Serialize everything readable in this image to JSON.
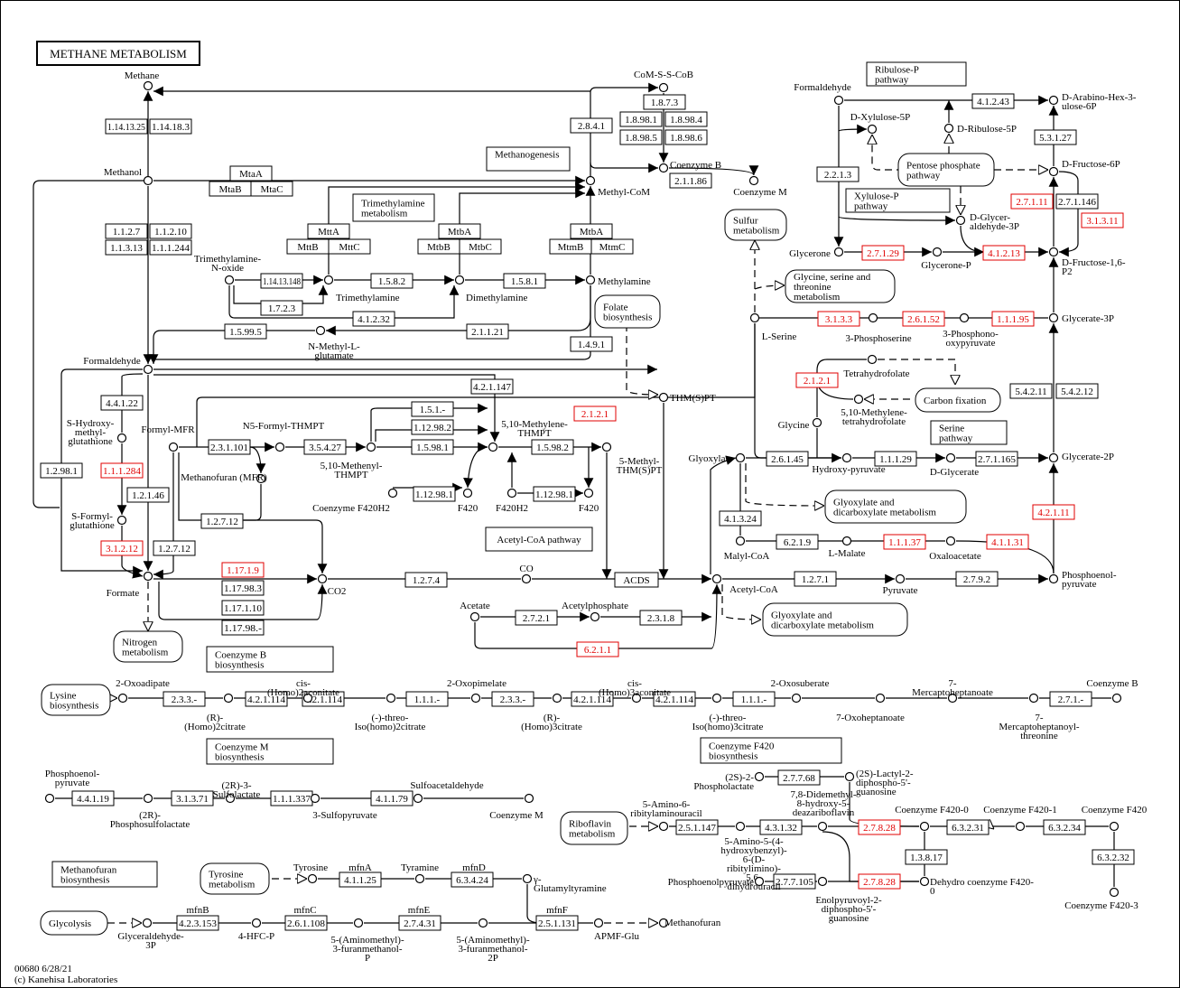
{
  "title": "METHANE METABOLISM",
  "footer": {
    "line1": "00680 6/28/21",
    "line2": "(c) Kanehisa Laboratories"
  },
  "colors": {
    "highlight": "#e00000",
    "line": "#000000"
  },
  "section_boxes": [
    {
      "id": "methanogenesis",
      "label": "Methanogenesis"
    },
    {
      "id": "trimethylamine-metabolism",
      "label": "Trimethylamine metabolism"
    },
    {
      "id": "ribulose-p-pathway",
      "label": "Ribulose-P pathway"
    },
    {
      "id": "xylulose-p-pathway",
      "label": "Xylulose-P pathway"
    },
    {
      "id": "serine-pathway",
      "label": "Serine pathway"
    },
    {
      "id": "acetyl-coa-pathway",
      "label": "Acetyl-CoA pathway"
    },
    {
      "id": "coenzyme-b-biosynthesis",
      "label": "Coenzyme B biosynthesis"
    },
    {
      "id": "coenzyme-m-biosynthesis",
      "label": "Coenzyme M biosynthesis"
    },
    {
      "id": "coenzyme-f420-biosynthesis",
      "label": "Coenzyme F420 biosynthesis"
    },
    {
      "id": "methanofuran-biosynthesis",
      "label": "Methanofuran biosynthesis"
    }
  ],
  "map_links": [
    {
      "id": "pentose-phosphate",
      "label": "Pentose phosphate pathway"
    },
    {
      "id": "sulfur",
      "label": "Sulfur metabolism"
    },
    {
      "id": "gly-ser-thr",
      "label": "Glycine, serine and threonine metabolism"
    },
    {
      "id": "folate",
      "label": "Folate biosynthesis"
    },
    {
      "id": "carbon-fixation",
      "label": "Carbon fixation"
    },
    {
      "id": "glyoxylate-1",
      "label": "Glyoxylate and dicarboxylate metabolism"
    },
    {
      "id": "glyoxylate-2",
      "label": "Glyoxylate and dicarboxylate metabolism"
    },
    {
      "id": "nitrogen",
      "label": "Nitrogen metabolism"
    },
    {
      "id": "lysine",
      "label": "Lysine biosynthesis"
    },
    {
      "id": "riboflavin",
      "label": "Riboflavin metabolism"
    },
    {
      "id": "tyrosine",
      "label": "Tyrosine metabolism"
    },
    {
      "id": "glycolysis",
      "label": "Glycolysis"
    }
  ],
  "enzymes": [
    {
      "id": "e1",
      "label": "1.14.13.25",
      "highlighted": false
    },
    {
      "id": "e2",
      "label": "1.14.18.3",
      "highlighted": false
    },
    {
      "id": "e3",
      "label": "1.1.2.7",
      "highlighted": false
    },
    {
      "id": "e4",
      "label": "1.1.2.10",
      "highlighted": false
    },
    {
      "id": "e5",
      "label": "1.1.3.13",
      "highlighted": false
    },
    {
      "id": "e6",
      "label": "1.1.1.244",
      "highlighted": false
    },
    {
      "id": "e7",
      "label": "MtaA",
      "highlighted": false
    },
    {
      "id": "e8",
      "label": "MtaB",
      "highlighted": false
    },
    {
      "id": "e9",
      "label": "MtaC",
      "highlighted": false
    },
    {
      "id": "e10",
      "label": "MttA",
      "highlighted": false
    },
    {
      "id": "e11",
      "label": "MttB",
      "highlighted": false
    },
    {
      "id": "e12",
      "label": "MttC",
      "highlighted": false
    },
    {
      "id": "e13",
      "label": "MtbA",
      "highlighted": false
    },
    {
      "id": "e14",
      "label": "MtbB",
      "highlighted": false
    },
    {
      "id": "e15",
      "label": "MtbC",
      "highlighted": false
    },
    {
      "id": "e16",
      "label": "MtbA",
      "highlighted": false
    },
    {
      "id": "e17",
      "label": "MtmB",
      "highlighted": false
    },
    {
      "id": "e18",
      "label": "MtmC",
      "highlighted": false
    },
    {
      "id": "e19",
      "label": "1.14.13.148",
      "highlighted": false
    },
    {
      "id": "e20",
      "label": "1.5.8.2",
      "highlighted": false
    },
    {
      "id": "e21",
      "label": "1.5.8.1",
      "highlighted": false
    },
    {
      "id": "e22",
      "label": "1.7.2.3",
      "highlighted": false
    },
    {
      "id": "e23",
      "label": "4.1.2.32",
      "highlighted": false
    },
    {
      "id": "e24",
      "label": "1.5.99.5",
      "highlighted": false
    },
    {
      "id": "e25",
      "label": "2.1.1.21",
      "highlighted": false
    },
    {
      "id": "e26",
      "label": "1.4.9.1",
      "highlighted": false
    },
    {
      "id": "e27",
      "label": "2.8.4.1",
      "highlighted": false
    },
    {
      "id": "e28",
      "label": "1.8.7.3",
      "highlighted": false
    },
    {
      "id": "e29",
      "label": "1.8.98.1",
      "highlighted": false
    },
    {
      "id": "e30",
      "label": "1.8.98.4",
      "highlighted": false
    },
    {
      "id": "e31",
      "label": "1.8.98.5",
      "highlighted": false
    },
    {
      "id": "e32",
      "label": "1.8.98.6",
      "highlighted": false
    },
    {
      "id": "e33",
      "label": "2.1.1.86",
      "highlighted": false
    },
    {
      "id": "e34",
      "label": "4.4.1.22",
      "highlighted": false
    },
    {
      "id": "e35",
      "label": "1.1.1.284",
      "highlighted": true
    },
    {
      "id": "e36",
      "label": "3.1.2.12",
      "highlighted": true
    },
    {
      "id": "e37",
      "label": "1.2.98.1",
      "highlighted": false
    },
    {
      "id": "e38",
      "label": "1.2.1.46",
      "highlighted": false
    },
    {
      "id": "e39",
      "label": "1.2.7.12",
      "highlighted": false
    },
    {
      "id": "e40",
      "label": "1.2.7.12",
      "highlighted": false
    },
    {
      "id": "e41",
      "label": "2.3.1.101",
      "highlighted": false
    },
    {
      "id": "e42",
      "label": "3.5.4.27",
      "highlighted": false
    },
    {
      "id": "e43",
      "label": "1.5.1.-",
      "highlighted": false
    },
    {
      "id": "e44",
      "label": "1.12.98.2",
      "highlighted": false
    },
    {
      "id": "e45",
      "label": "1.5.98.1",
      "highlighted": false
    },
    {
      "id": "e46",
      "label": "1.12.98.1",
      "highlighted": false
    },
    {
      "id": "e47",
      "label": "4.2.1.147",
      "highlighted": false
    },
    {
      "id": "e48",
      "label": "2.1.2.1",
      "highlighted": true
    },
    {
      "id": "e49",
      "label": "1.5.98.2",
      "highlighted": false
    },
    {
      "id": "e50",
      "label": "1.12.98.1",
      "highlighted": false
    },
    {
      "id": "e51",
      "label": "1.17.1.9",
      "highlighted": true
    },
    {
      "id": "e52",
      "label": "1.17.98.3",
      "highlighted": false
    },
    {
      "id": "e53",
      "label": "1.17.1.10",
      "highlighted": false
    },
    {
      "id": "e54",
      "label": "1.17.98.-",
      "highlighted": false
    },
    {
      "id": "e55",
      "label": "1.2.7.4",
      "highlighted": false
    },
    {
      "id": "e56",
      "label": "ACDS",
      "highlighted": false
    },
    {
      "id": "e57",
      "label": "2.7.2.1",
      "highlighted": false
    },
    {
      "id": "e58",
      "label": "2.3.1.8",
      "highlighted": false
    },
    {
      "id": "e59",
      "label": "6.2.1.1",
      "highlighted": true
    },
    {
      "id": "e60",
      "label": "4.1.2.43",
      "highlighted": false
    },
    {
      "id": "e61",
      "label": "5.3.1.27",
      "highlighted": false
    },
    {
      "id": "e62",
      "label": "2.2.1.3",
      "highlighted": false
    },
    {
      "id": "e63",
      "label": "2.7.1.11",
      "highlighted": true
    },
    {
      "id": "e64",
      "label": "2.7.1.146",
      "highlighted": false
    },
    {
      "id": "e65",
      "label": "3.1.3.11",
      "highlighted": true
    },
    {
      "id": "e66",
      "label": "2.7.1.29",
      "highlighted": true
    },
    {
      "id": "e67",
      "label": "4.1.2.13",
      "highlighted": true
    },
    {
      "id": "e68",
      "label": "3.1.3.3",
      "highlighted": true
    },
    {
      "id": "e69",
      "label": "2.6.1.52",
      "highlighted": true
    },
    {
      "id": "e70",
      "label": "1.1.1.95",
      "highlighted": true
    },
    {
      "id": "e71",
      "label": "2.1.2.1",
      "highlighted": true
    },
    {
      "id": "e72",
      "label": "5.4.2.11",
      "highlighted": false
    },
    {
      "id": "e73",
      "label": "5.4.2.12",
      "highlighted": false
    },
    {
      "id": "e74",
      "label": "2.6.1.45",
      "highlighted": false
    },
    {
      "id": "e75",
      "label": "1.1.1.29",
      "highlighted": false
    },
    {
      "id": "e76",
      "label": "2.7.1.165",
      "highlighted": false
    },
    {
      "id": "e77",
      "label": "4.1.3.24",
      "highlighted": false
    },
    {
      "id": "e78",
      "label": "6.2.1.9",
      "highlighted": false
    },
    {
      "id": "e79",
      "label": "1.1.1.37",
      "highlighted": true
    },
    {
      "id": "e80",
      "label": "4.1.1.31",
      "highlighted": true
    },
    {
      "id": "e81",
      "label": "4.2.1.11",
      "highlighted": true
    },
    {
      "id": "e82",
      "label": "1.2.7.1",
      "highlighted": false
    },
    {
      "id": "e83",
      "label": "2.7.9.2",
      "highlighted": false
    },
    {
      "id": "e84",
      "label": "2.3.3.-",
      "highlighted": false
    },
    {
      "id": "e85",
      "label": "4.2.1.114",
      "highlighted": false
    },
    {
      "id": "e86",
      "label": "4.2.1.114",
      "highlighted": false
    },
    {
      "id": "e87",
      "label": "1.1.1.-",
      "highlighted": false
    },
    {
      "id": "e88",
      "label": "2.3.3.-",
      "highlighted": false
    },
    {
      "id": "e89",
      "label": "4.2.1.114",
      "highlighted": false
    },
    {
      "id": "e90",
      "label": "4.2.1.114",
      "highlighted": false
    },
    {
      "id": "e91",
      "label": "1.1.1.-",
      "highlighted": false
    },
    {
      "id": "e92",
      "label": "2.7.1.-",
      "highlighted": false
    },
    {
      "id": "e93",
      "label": "4.4.1.19",
      "highlighted": false
    },
    {
      "id": "e94",
      "label": "3.1.3.71",
      "highlighted": false
    },
    {
      "id": "e95",
      "label": "1.1.1.337",
      "highlighted": false
    },
    {
      "id": "e96",
      "label": "4.1.1.79",
      "highlighted": false
    },
    {
      "id": "e97",
      "label": "2.7.7.68",
      "highlighted": false
    },
    {
      "id": "e98",
      "label": "2.5.1.147",
      "highlighted": false
    },
    {
      "id": "e99",
      "label": "4.3.1.32",
      "highlighted": false
    },
    {
      "id": "e100",
      "label": "2.7.8.28",
      "highlighted": true
    },
    {
      "id": "e101",
      "label": "6.3.2.31",
      "highlighted": false
    },
    {
      "id": "e102",
      "label": "6.3.2.34",
      "highlighted": false
    },
    {
      "id": "e103",
      "label": "1.3.8.17",
      "highlighted": false
    },
    {
      "id": "e104",
      "label": "6.3.2.32",
      "highlighted": false
    },
    {
      "id": "e105",
      "label": "2.7.7.105",
      "highlighted": false
    },
    {
      "id": "e106",
      "label": "2.7.8.28",
      "highlighted": true
    },
    {
      "id": "e107",
      "label": "4.1.1.25",
      "highlighted": false
    },
    {
      "id": "e108",
      "label": "6.3.4.24",
      "highlighted": false
    },
    {
      "id": "e109",
      "label": "4.2.3.153",
      "highlighted": false
    },
    {
      "id": "e110",
      "label": "2.6.1.108",
      "highlighted": false
    },
    {
      "id": "e111",
      "label": "2.7.4.31",
      "highlighted": false
    },
    {
      "id": "e112",
      "label": "2.5.1.131",
      "highlighted": false
    }
  ],
  "gene_labels": [
    {
      "id": "g1",
      "label": "mfnA"
    },
    {
      "id": "g2",
      "label": "mfnD"
    },
    {
      "id": "g3",
      "label": "mfnB"
    },
    {
      "id": "g4",
      "label": "mfnC"
    },
    {
      "id": "g5",
      "label": "mfnE"
    },
    {
      "id": "g6",
      "label": "mfnF"
    }
  ],
  "compounds": [
    {
      "id": "c1",
      "label": "Methane"
    },
    {
      "id": "c2",
      "label": "Methanol"
    },
    {
      "id": "c3",
      "label": "CoM-S-S-CoB"
    },
    {
      "id": "c4",
      "label": "Coenzyme B"
    },
    {
      "id": "c5",
      "label": "Coenzyme M"
    },
    {
      "id": "c6",
      "label": "Methyl-CoM"
    },
    {
      "id": "c7",
      "label": "Trimethylamine-N-oxide"
    },
    {
      "id": "c8",
      "label": "Trimethylamine"
    },
    {
      "id": "c9",
      "label": "Dimethylamine"
    },
    {
      "id": "c10",
      "label": "Methylamine"
    },
    {
      "id": "c11",
      "label": "N-Methyl-L-glutamate"
    },
    {
      "id": "c12",
      "label": "Formaldehyde"
    },
    {
      "id": "c13",
      "label": "S-Hydroxy-methyl-glutathione"
    },
    {
      "id": "c14",
      "label": "S-Formyl-glutathione"
    },
    {
      "id": "c15",
      "label": "Formate"
    },
    {
      "id": "c16",
      "label": "Formyl-MFR"
    },
    {
      "id": "c17",
      "label": "Methanofuran (MFR)"
    },
    {
      "id": "c18",
      "label": "N5-Formyl-THMPT"
    },
    {
      "id": "c19",
      "label": "5,10-Methenyl-THMPT"
    },
    {
      "id": "c20",
      "label": "Coenzyme F420H2"
    },
    {
      "id": "c21",
      "label": "F420"
    },
    {
      "id": "c22",
      "label": "5,10-Methylene-THMPT"
    },
    {
      "id": "c23",
      "label": "F420H2"
    },
    {
      "id": "c24",
      "label": "F420"
    },
    {
      "id": "c25",
      "label": "5-Methyl-THM(S)PT"
    },
    {
      "id": "c26",
      "label": "THM(S)PT"
    },
    {
      "id": "c27",
      "label": "CO2"
    },
    {
      "id": "c28",
      "label": "CO"
    },
    {
      "id": "c29",
      "label": "Acetate"
    },
    {
      "id": "c30",
      "label": "Acetylphosphate"
    },
    {
      "id": "c31",
      "label": "Acetyl-CoA"
    },
    {
      "id": "c32",
      "label": "Formaldehyde"
    },
    {
      "id": "c33",
      "label": "D-Xylulose-5P"
    },
    {
      "id": "c34",
      "label": "D-Ribulose-5P"
    },
    {
      "id": "c35",
      "label": "D-Arabino-Hex-3-ulose-6P"
    },
    {
      "id": "c36",
      "label": "D-Fructose-6P"
    },
    {
      "id": "c37",
      "label": "D-Glycer-aldehyde-3P"
    },
    {
      "id": "c38",
      "label": "Glycerone"
    },
    {
      "id": "c39",
      "label": "Glycerone-P"
    },
    {
      "id": "c40",
      "label": "D-Fructose-1,6-P2"
    },
    {
      "id": "c41",
      "label": "L-Serine"
    },
    {
      "id": "c42",
      "label": "3-Phosphoserine"
    },
    {
      "id": "c43",
      "label": "3-Phosphono-oxypyruvate"
    },
    {
      "id": "c44",
      "label": "Glycerate-3P"
    },
    {
      "id": "c45",
      "label": "Tetrahydrofolate"
    },
    {
      "id": "c46",
      "label": "5,10-Methylene-tetrahydrofolate"
    },
    {
      "id": "c47",
      "label": "Glycine"
    },
    {
      "id": "c48",
      "label": "Glyoxylate"
    },
    {
      "id": "c49",
      "label": "Hydroxy-pyruvate"
    },
    {
      "id": "c50",
      "label": "D-Glycerate"
    },
    {
      "id": "c51",
      "label": "Glycerate-2P"
    },
    {
      "id": "c52",
      "label": "Malyl-CoA"
    },
    {
      "id": "c53",
      "label": "L-Malate"
    },
    {
      "id": "c54",
      "label": "Oxaloacetate"
    },
    {
      "id": "c55",
      "label": "Phosphoenol-pyruvate"
    },
    {
      "id": "c56",
      "label": "Pyruvate"
    },
    {
      "id": "c57",
      "label": "2-Oxoadipate"
    },
    {
      "id": "c58",
      "label": "(R)-(Homo)2citrate"
    },
    {
      "id": "c59",
      "label": "cis-(Homo)2aconitate"
    },
    {
      "id": "c60",
      "label": "(-)-threo-Iso(homo)2citrate"
    },
    {
      "id": "c61",
      "label": "2-Oxopimelate"
    },
    {
      "id": "c62",
      "label": "(R)-(Homo)3citrate"
    },
    {
      "id": "c63",
      "label": "cis-(Homo)3aconitate"
    },
    {
      "id": "c64",
      "label": "(-)-threo-Iso(homo)3citrate"
    },
    {
      "id": "c65",
      "label": "2-Oxosuberate"
    },
    {
      "id": "c66",
      "label": "7-Oxoheptanoate"
    },
    {
      "id": "c67",
      "label": "7-Mercaptoheptanoate"
    },
    {
      "id": "c68",
      "label": "7-Mercaptoheptanoyl-threonine"
    },
    {
      "id": "c69",
      "label": "Coenzyme B"
    },
    {
      "id": "c70",
      "label": "Phosphoenol-pyruvate"
    },
    {
      "id": "c71",
      "label": "(2R)-Phosphosulfolactate"
    },
    {
      "id": "c72",
      "label": "(2R)-3-Sulfolactate"
    },
    {
      "id": "c73",
      "label": "3-Sulfopyruvate"
    },
    {
      "id": "c74",
      "label": "Sulfoacetaldehyde"
    },
    {
      "id": "c75",
      "label": "Coenzyme M"
    },
    {
      "id": "c76",
      "label": "(2S)-2-Phospholactate"
    },
    {
      "id": "c77",
      "label": "(2S)-Lactyl-2-diphospho-5'-guanosine"
    },
    {
      "id": "c78",
      "label": "5-Amino-6-ribitylaminouracil"
    },
    {
      "id": "c79",
      "label": "5-Amino-5-(4-hydroxybenzyl)-6-(D-ribitylimino)-5,6-dihydrouracil"
    },
    {
      "id": "c80",
      "label": "7,8-Didemethyl-8-hydroxy-5-deazariboflavin"
    },
    {
      "id": "c81",
      "label": "Coenzyme F420-0"
    },
    {
      "id": "c82",
      "label": "Coenzyme F420-1"
    },
    {
      "id": "c83",
      "label": "Coenzyme F420"
    },
    {
      "id": "c84",
      "label": "Coenzyme F420-3"
    },
    {
      "id": "c85",
      "label": "Phosphoenolpyruvate"
    },
    {
      "id": "c86",
      "label": "Enolpyruvoyl-2-diphospho-5'-guanosine"
    },
    {
      "id": "c87",
      "label": "Dehydro coenzyme F420-0"
    },
    {
      "id": "c88",
      "label": "Tyrosine"
    },
    {
      "id": "c89",
      "label": "Tyramine"
    },
    {
      "id": "c90",
      "label": "γ-Glutamyltyramine"
    },
    {
      "id": "c91",
      "label": "Glyceraldehyde-3P"
    },
    {
      "id": "c92",
      "label": "4-HFC-P"
    },
    {
      "id": "c93",
      "label": "5-(Aminomethyl)-3-furanmethanol-P"
    },
    {
      "id": "c94",
      "label": "5-(Aminomethyl)-3-furanmethanol-2P"
    },
    {
      "id": "c95",
      "label": "APMF-Glu"
    },
    {
      "id": "c96",
      "label": "Methanofuran"
    }
  ]
}
